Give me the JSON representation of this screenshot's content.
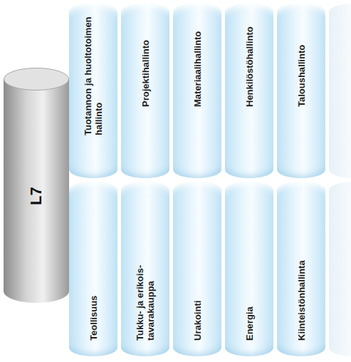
{
  "diagram": {
    "nodes": [
      {
        "text": [
          "L7"
        ]
      },
      {
        "text": [
          "Tuotannon ja huoltotoimen hallinto"
        ]
      },
      {
        "text": [
          "Projektihallinto"
        ]
      },
      {
        "text": [
          "Materiaalihallinto"
        ]
      },
      {
        "text": [
          "Henkilöstöhallinto"
        ]
      },
      {
        "text": [
          "Taloushallinto"
        ]
      },
      {
        "text": [
          "Teollisuus"
        ]
      },
      {
        "text": [
          "Tukku- ja erikois- tavarakauppa"
        ]
      },
      {
        "text": [
          "Urakointi"
        ]
      },
      {
        "text": [
          "Energia"
        ]
      },
      {
        "text": [
          "Kiinteistönhallinta"
        ]
      }
    ]
  }
}
